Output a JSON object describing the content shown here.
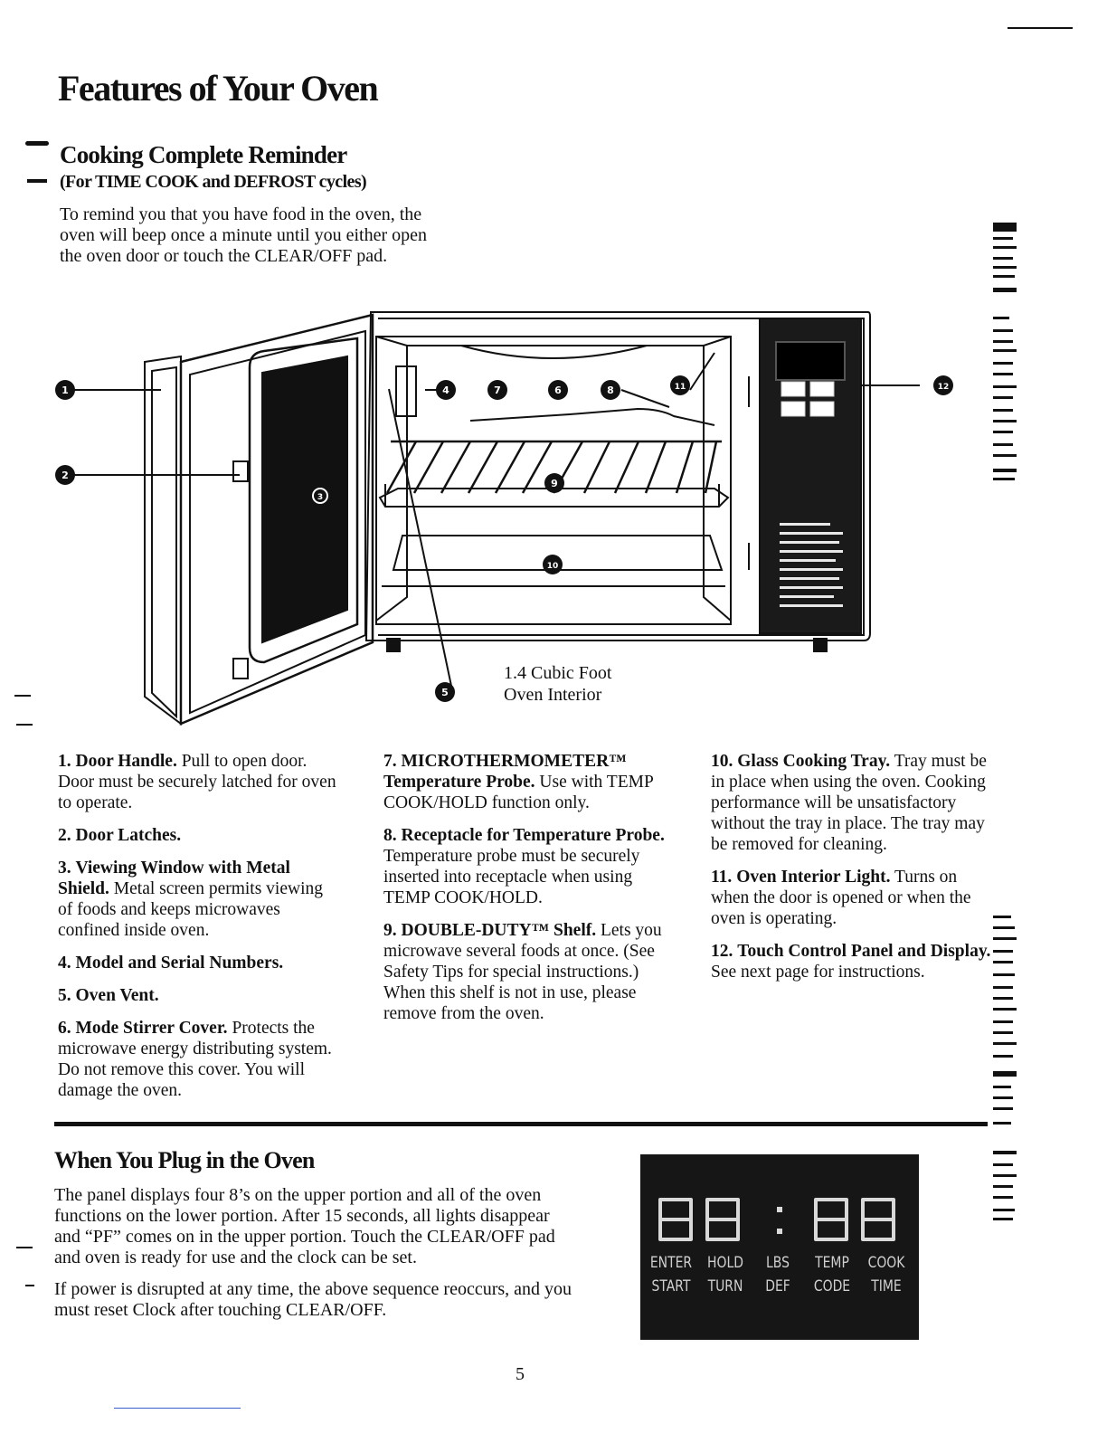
{
  "page": {
    "title": "Features of Your Oven",
    "page_number": "5"
  },
  "reminder": {
    "title": "Cooking Complete Reminder",
    "subtitle": "(For TIME COOK and DEFROST cycles)",
    "lines": [
      "To remind you that you have food in the oven, the",
      "oven will beep once a minute until you either open",
      "the oven door or touch the CLEAR/OFF pad."
    ]
  },
  "diagram": {
    "callouts": [
      "1",
      "2",
      "3",
      "4",
      "5",
      "6",
      "7",
      "8",
      "9",
      "10",
      "11",
      "12"
    ],
    "caption_lines": [
      "1.4 Cubic Foot",
      "Oven Interior"
    ]
  },
  "features": {
    "col1": [
      {
        "num": "1.",
        "name": "Door Handle.",
        "desc": "Pull to open door. Door must be securely latched for oven to operate."
      },
      {
        "num": "2.",
        "name": "Door Latches.",
        "desc": ""
      },
      {
        "num": "3.",
        "name": "Viewing Window with Metal Shield.",
        "desc": "Metal screen permits viewing of foods and keeps microwaves confined inside oven."
      },
      {
        "num": "4.",
        "name": "Model and Serial Numbers.",
        "desc": ""
      },
      {
        "num": "5.",
        "name": "Oven Vent.",
        "desc": ""
      },
      {
        "num": "6.",
        "name": "Mode Stirrer Cover.",
        "desc": "Protects the microwave energy distributing system. Do not remove this cover. You will damage the oven."
      }
    ],
    "col2": [
      {
        "num": "7.",
        "name": "MICROTHERMOMETER™ Temperature Probe.",
        "desc": "Use with TEMP COOK/HOLD function only."
      },
      {
        "num": "8.",
        "name": "Receptacle for Temperature Probe.",
        "desc": "Temperature probe must be securely inserted into receptacle when using TEMP COOK/HOLD."
      },
      {
        "num": "9.",
        "name": "DOUBLE-DUTY™ Shelf.",
        "desc": "Lets you microwave several foods at once. (See Safety Tips for special instructions.) When this shelf is not in use, please remove from the oven."
      }
    ],
    "col3": [
      {
        "num": "10.",
        "name": "Glass Cooking Tray.",
        "desc": "Tray must be in place when using the oven. Cooking performance will be unsatisfactory without the tray in place. The tray may be removed for cleaning."
      },
      {
        "num": "11.",
        "name": "Oven Interior Light.",
        "desc": "Turns on when the door is opened or when the oven is operating."
      },
      {
        "num": "12.",
        "name": "Touch Control Panel and Display.",
        "desc": "See next page for instructions."
      }
    ]
  },
  "plug_in": {
    "title": "When You Plug in the Oven",
    "para1": "The panel displays four 8’s on the upper portion and all of the oven functions on the lower portion. After 15 seconds, all lights disappear and “PF” comes on in the upper portion. Touch the CLEAR/OFF pad and oven is ready for use and the clock can be set.",
    "para2": "If power is disrupted at any time, the above sequence reoccurs, and you must reset Clock after touching CLEAR/OFF."
  },
  "display": {
    "digits": [
      "8",
      "8",
      "8",
      "8"
    ],
    "row1": [
      "ENTER",
      "HOLD",
      "LBS",
      "TEMP",
      "COOK"
    ],
    "row2": [
      "START",
      "TURN",
      "DEF",
      "CODE",
      "TIME"
    ]
  }
}
